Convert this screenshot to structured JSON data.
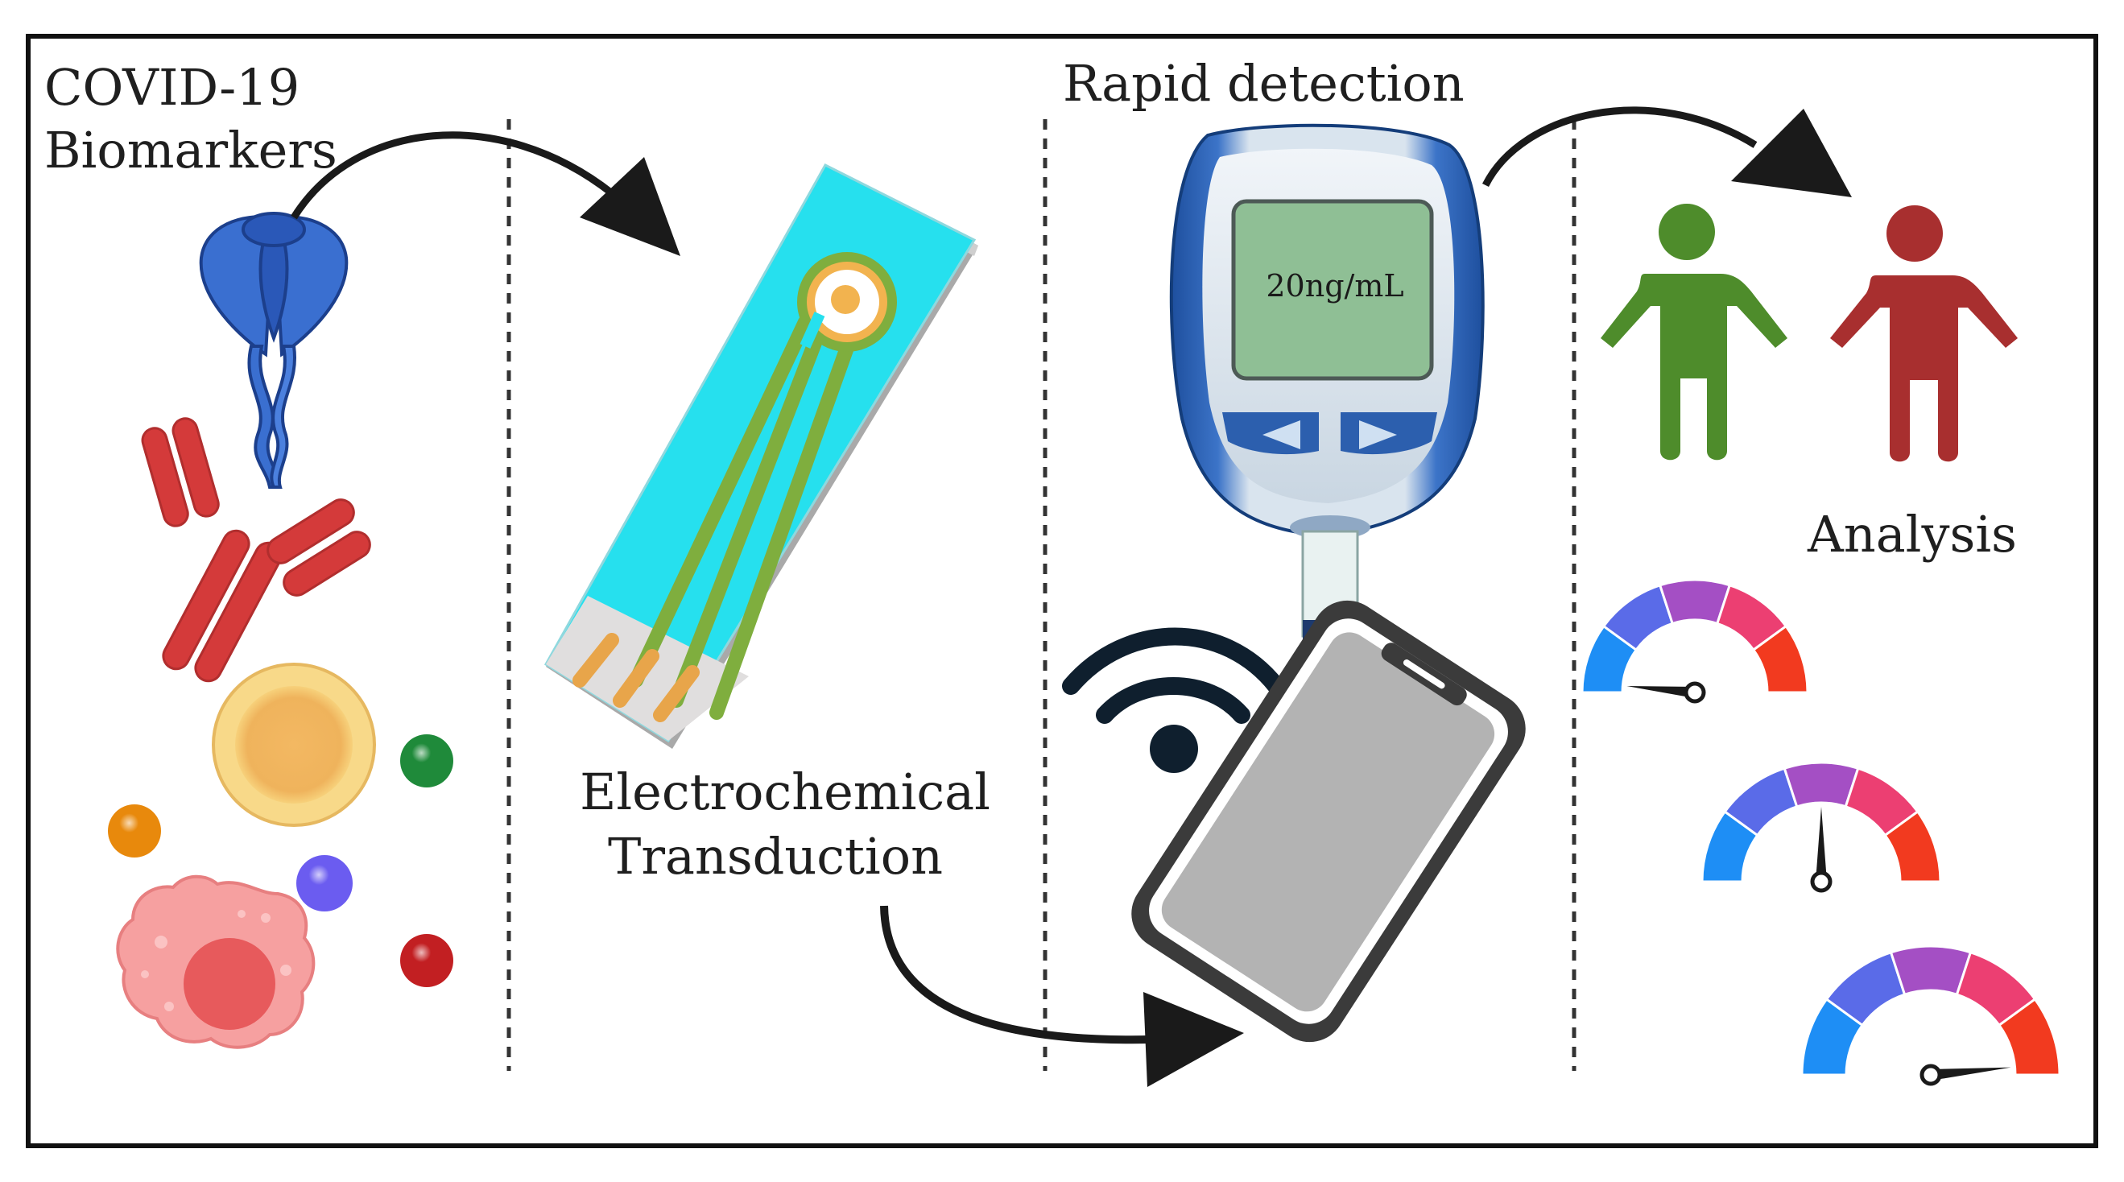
{
  "labels": {
    "biomarkers_line1": "COVID-19",
    "biomarkers_line2": "Biomarkers",
    "transduction_line1": "Electrochemical",
    "transduction_line2": "Transduction",
    "rapid_detection": "Rapid detection",
    "analysis": "Analysis",
    "meter_readout": "20ng/mL"
  },
  "icons": [
    "spike-protein-icon",
    "antibody-icon",
    "cell-icon",
    "electrode-strip-icon",
    "glucometer-device-icon",
    "wifi-icon",
    "smartphone-icon",
    "healthy-person-icon",
    "infected-person-icon",
    "gauge-icon"
  ],
  "gauge_levels": [
    0.03,
    0.5,
    0.97
  ],
  "colors": {
    "border": "#111111",
    "arrow": "#1a1a1a",
    "protein": "#3a6fd0",
    "antibody": "#d43a3a",
    "strip": "#25e0ee",
    "trace": "#7fae3e",
    "meter_body": "#2c5fae",
    "meter_screen": "#8fbf95",
    "phone_body": "#3b3b3b",
    "healthy": "#4e8c2b",
    "infected": "#a82f2f",
    "gauge_segments": [
      "#1e8ef5",
      "#5a6be8",
      "#a44fc4",
      "#ec3f72",
      "#f23a1f"
    ]
  }
}
